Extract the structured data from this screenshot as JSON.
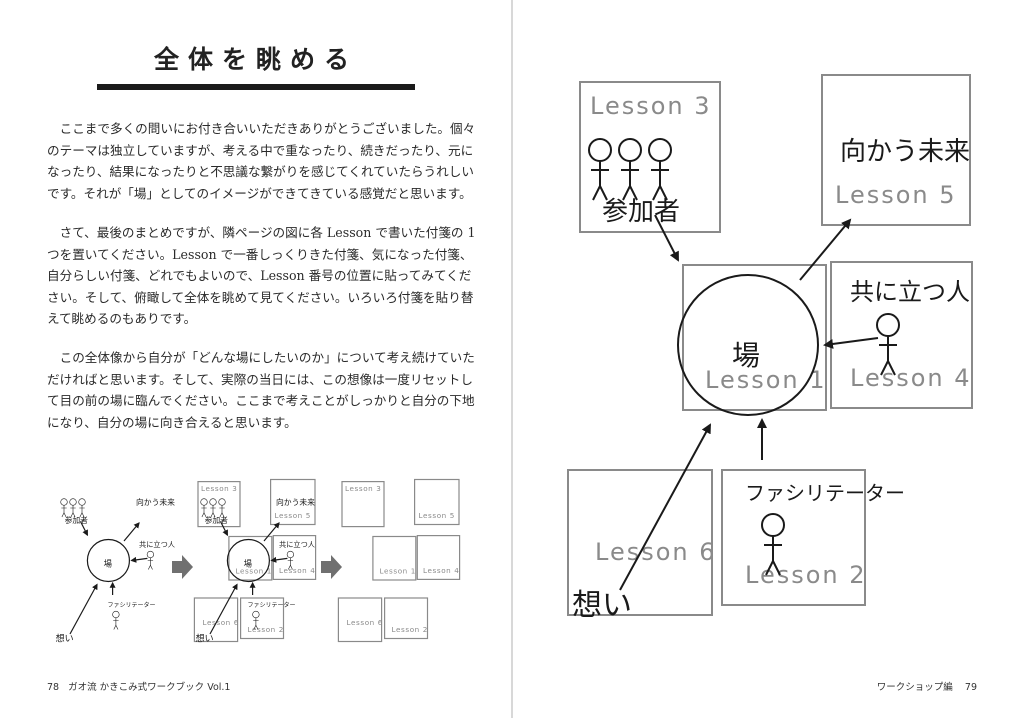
{
  "left_page": {
    "title": "全体を眺める",
    "paragraphs": [
      [
        "　ここまで多くの問いにお付き合いいただきありがとうございました。個々",
        "のテーマは独立していますが、考える中で重なったり、続きだったり、元に",
        "なったり、結果になったりと不思議な繋がりを感じてくれていたらうれしい",
        "です。それが「場」としてのイメージができてきている感覚だと思います。"
      ],
      [
        "　さて、最後のまとめですが、隣ページの図に各 Lesson で書いた付箋の 1",
        "つを置いてください。Lesson で一番しっくりきた付箋、気になった付箋、",
        "自分らしい付箋、どれでもよいので、Lesson 番号の位置に貼ってみてくだ",
        "さい。そして、俯瞰して全体を眺めて見てください。いろいろ付箋を貼り替",
        "えて眺めるのもありです。"
      ],
      [
        "　この全体像から自分が「どんな場にしたいのか」について考え続けていた",
        "だければと思います。そして、実際の当日には、この想像は一度リセットし",
        "て目の前の場に臨んでください。ここまで考えことがしっかりと自分の下地",
        "になり、自分の場に向き合えると思います。"
      ]
    ],
    "footer": {
      "page_number": "78",
      "book_title": "ガオ流 かきこみ式ワークブック Vol.1"
    }
  },
  "right_page": {
    "footer": {
      "section": "ワークショップ編",
      "page_number": "79"
    }
  },
  "diagram": {
    "center": "場",
    "participants": "参加者",
    "future": "向かう未来",
    "partner": "共に立つ人",
    "facilitator": "ファシリテーター",
    "feelings": "想い",
    "lessons": {
      "l1": "Lesson 1",
      "l2": "Lesson 2",
      "l3": "Lesson 3",
      "l4": "Lesson 4",
      "l5": "Lesson 5",
      "l6": "Lesson 6"
    }
  },
  "colors": {
    "ink": "#1a1a1a",
    "box": "#8a8a8a",
    "lesson_text": "#8a8a8a",
    "arrow_gray": "#707070"
  }
}
